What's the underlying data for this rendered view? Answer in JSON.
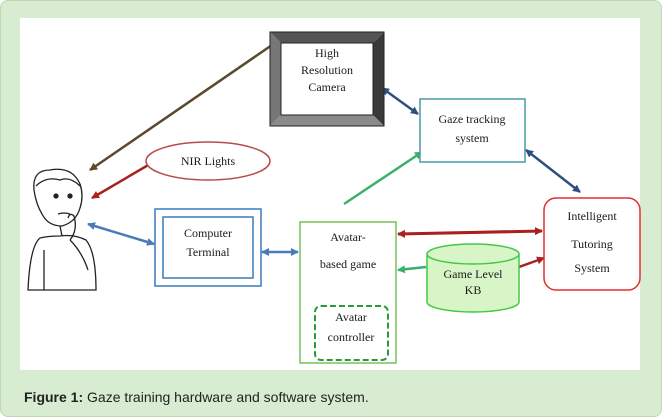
{
  "diagram": {
    "nodes": {
      "camera": [
        "High",
        "Resolution",
        "Camera"
      ],
      "gaze": [
        "Gaze tracking",
        "system"
      ],
      "nir": [
        "NIR Lights"
      ],
      "terminal": [
        "Computer",
        "Terminal"
      ],
      "avatar_game": [
        "Avatar-",
        "based game"
      ],
      "avatar_controller": [
        "Avatar",
        "controller"
      ],
      "its": [
        "Intelligent",
        "Tutoring",
        "System"
      ],
      "kb": [
        "Game Level",
        "KB"
      ]
    },
    "colors": {
      "camera_edge": "#333333",
      "gaze_border": "#4a9aa8",
      "nir_border": "#b84a4a",
      "terminal_border": "#3a7ab8",
      "avatar_border": "#7ac05a",
      "controller_border": "#2a9a3a",
      "its_border": "#e03030",
      "kb_fill": "#d8f5c8",
      "kb_border": "#44c844",
      "arrow_brown": "#5a4a2a",
      "arrow_navy": "#2f4f7f",
      "arrow_red": "#a82020",
      "arrow_green": "#3ab06a",
      "arrow_blue": "#4a7ab8",
      "arrow_dark_green": "#2a7a3a"
    }
  },
  "caption": {
    "label": "Figure 1:",
    "text": "Gaze training hardware and software system."
  }
}
